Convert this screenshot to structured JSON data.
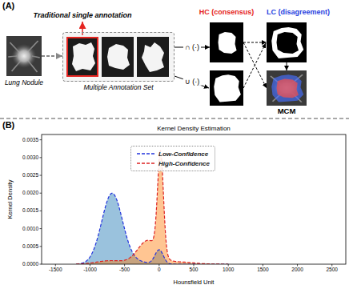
{
  "diagram": {
    "nodes": [
      {
        "text": [
          "Lung Nodule"
        ]
      },
      {
        "text": [
          "Multiple Annotation Set"
        ]
      },
      {
        "text": [
          "Traditional single annotation"
        ],
        "in": 1
      },
      {
        "text": [
          "HC (consensus)"
        ]
      },
      {
        "text": [
          "LC (disagreement)"
        ]
      },
      {
        "text": [
          "MCM"
        ]
      }
    ],
    "edges": [
      {
        "from": 0,
        "to": 1,
        "arrow": "to"
      },
      {
        "from": 1,
        "to": 3,
        "label": "∩ (·)",
        "arrow": "to"
      },
      {
        "from": 3,
        "to": 4,
        "arrow": "to"
      },
      {
        "from": 3,
        "to": 5,
        "arrow": "to"
      },
      {
        "from": 4,
        "to": 5,
        "arrow": "to"
      }
    ],
    "labels": [
      "(A)",
      "∪ (·)",
      "(B)",
      "Kernel Density Estimation",
      "Kernel Density",
      "Hounsfield Unit",
      "0.0000",
      "0.0005",
      "0.0010",
      "0.0015",
      "0.0020",
      "0.0025",
      "0.0030",
      "0.0035",
      "-1500",
      "-1000",
      "-500",
      "0",
      "500",
      "1000",
      "1500",
      "2000",
      "2500"
    ],
    "legend": [
      {
        "text": "Low-Confidence"
      },
      {
        "text": "High-Confidence"
      }
    ]
  }
}
